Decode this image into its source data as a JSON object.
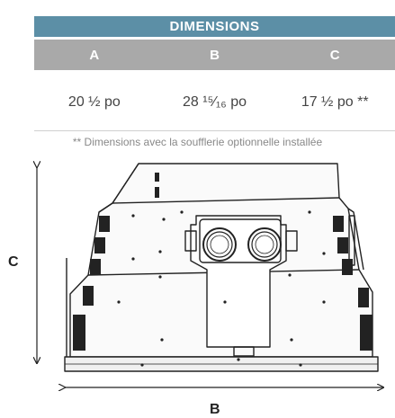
{
  "table": {
    "title": "DIMENSIONS",
    "headers": [
      "A",
      "B",
      "C"
    ],
    "values": [
      "20 ½ po",
      "28 ¹⁵⁄₁₆ po",
      "17 ½ po **"
    ]
  },
  "note": "** Dimensions avec la soufflerie optionnelle installée",
  "drawing": {
    "label_c": "C",
    "label_b": "B"
  },
  "colors": {
    "title_bar": "#5c8fa6",
    "header_bar": "#a9a9a9"
  }
}
